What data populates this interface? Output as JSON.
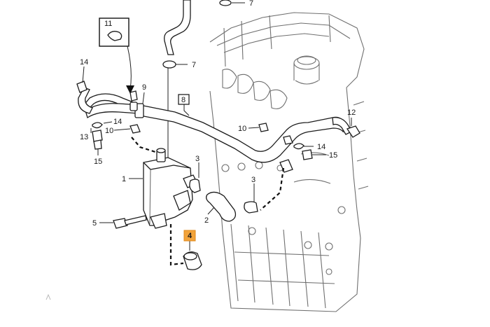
{
  "diagram": {
    "callouts": [
      {
        "id": "c11",
        "text": "11",
        "boxed": true
      },
      {
        "id": "c7a",
        "text": "7"
      },
      {
        "id": "c7b",
        "text": "7"
      },
      {
        "id": "c14a",
        "text": "14"
      },
      {
        "id": "c9",
        "text": "9"
      },
      {
        "id": "c8",
        "text": "8",
        "boxed": true
      },
      {
        "id": "c14b",
        "text": "14"
      },
      {
        "id": "c10a",
        "text": "10"
      },
      {
        "id": "c13",
        "text": "13"
      },
      {
        "id": "c15a",
        "text": "15"
      },
      {
        "id": "c10b",
        "text": "10"
      },
      {
        "id": "c12",
        "text": "12"
      },
      {
        "id": "c14c",
        "text": "14"
      },
      {
        "id": "c15b",
        "text": "15"
      },
      {
        "id": "c1",
        "text": "1"
      },
      {
        "id": "c3a",
        "text": "3"
      },
      {
        "id": "c3b",
        "text": "3"
      },
      {
        "id": "c2",
        "text": "2"
      },
      {
        "id": "c5",
        "text": "5"
      },
      {
        "id": "c4",
        "text": "4",
        "boxed": true,
        "highlighted": true
      }
    ],
    "highlight_color": "#f2a33a",
    "line_color": "#1c1c1c",
    "engine_color": "#6f6f6f"
  }
}
